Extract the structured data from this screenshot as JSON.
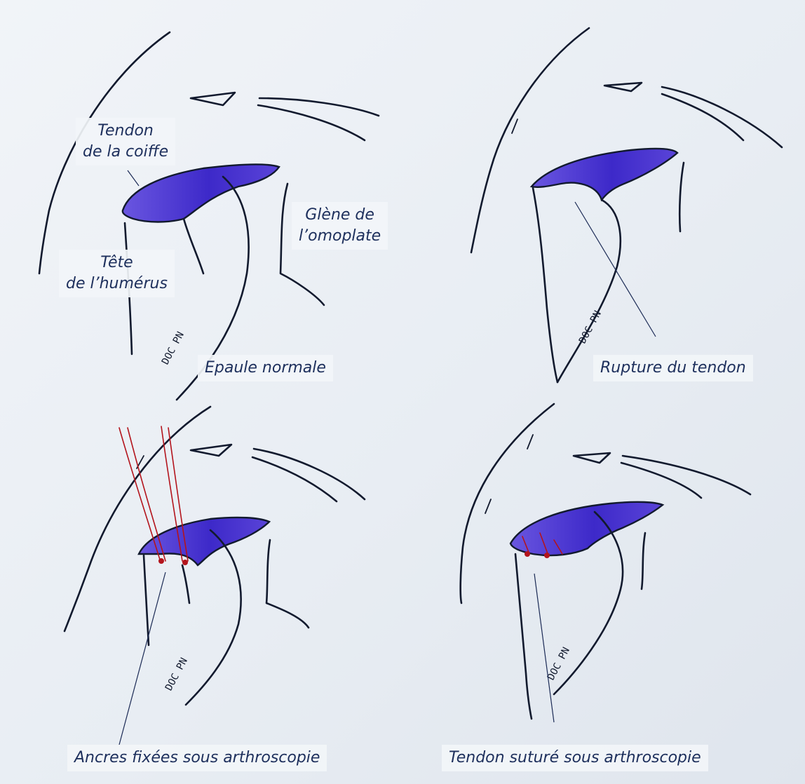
{
  "colors": {
    "tendon": "#4a33d1",
    "tendon_light": "#7c6ae6",
    "ink": "#121a2e",
    "suture": "#b3141c",
    "label_text": "#1d2f5c"
  },
  "labels": {
    "tendon": [
      "Tendon",
      "de la coiffe"
    ],
    "humerus": [
      "Tête",
      "de l’humérus"
    ],
    "glene": [
      "Glène de",
      "l’omoplate"
    ]
  },
  "panels": {
    "normal": {
      "caption": "Epaule normale"
    },
    "rupture": {
      "caption": "Rupture du tendon"
    },
    "anchors": {
      "caption": "Ancres fixées sous arthroscopie"
    },
    "sutured": {
      "caption": "Tendon suturé sous arthroscopie"
    }
  }
}
